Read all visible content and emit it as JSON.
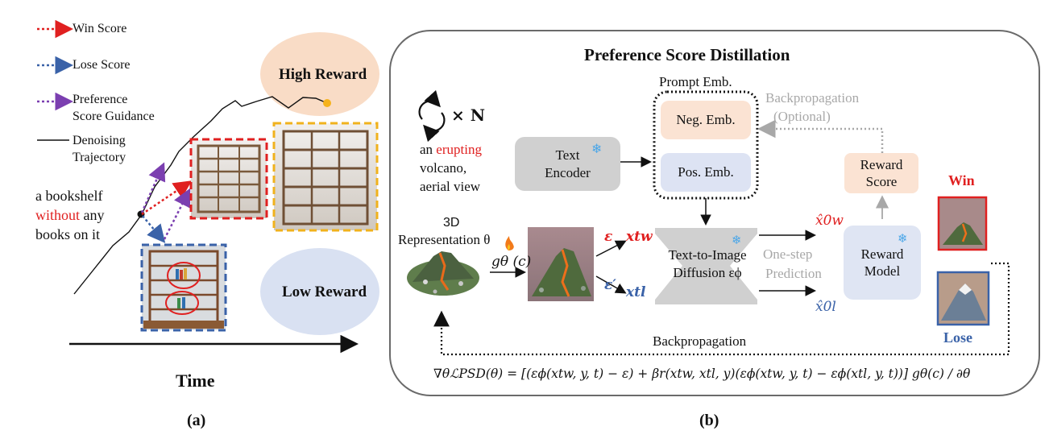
{
  "panel_a": {
    "legend": {
      "win_label": "Win Score",
      "lose_label": "Lose Score",
      "pref_label_1": "Preference",
      "pref_label_2": "Score Guidance",
      "traj_label_1": "Denoising",
      "traj_label_2": "Trajectory"
    },
    "prompt": {
      "line1": "a bookshelf",
      "word_highlight": "without",
      "line2_rest": " any",
      "line3": "books on it"
    },
    "high_reward": "High Reward",
    "low_reward": "Low Reward",
    "time_label": "Time",
    "caption": "(a)"
  },
  "panel_b": {
    "title": "Preference Score Distillation",
    "iter_symbol": "× N",
    "prompt": {
      "line1_pre": "an ",
      "line1_highlight": "erupting",
      "line2": "volcano,",
      "line3": "aerial view"
    },
    "text_encoder": "Text Encoder",
    "prompt_emb_title": "Prompt Emb.",
    "neg_emb": "Neg. Emb.",
    "pos_emb": "Pos. Emb.",
    "backprop_optional_1": "Backpropagation",
    "backprop_optional_2": "(Optional)",
    "reward_score_1": "Reward",
    "reward_score_2": "Score",
    "win_label": "Win",
    "lose_label": "Lose",
    "rep_label_1": "3D",
    "rep_label_2": "Representation θ",
    "g_theta": "gθ (c)",
    "eps_w": "ε",
    "eps_l": "ε′",
    "x_w": "xtw",
    "x_l": "xtl",
    "diffusion_1": "Text-to-Image",
    "diffusion_2": "Diffusion εϕ",
    "one_step_1": "One-step",
    "one_step_2": "Prediction",
    "x0_w": "x̂0w",
    "x0_l": "x̂0l",
    "reward_model_1": "Reward",
    "reward_model_2": "Model",
    "backprop": "Backpropagation",
    "equation": "∇θℒPSD(θ) = [(εϕ(xtw, y, t) − ε) + βr(xtw, xtl, y)(εϕ(xtw, y, t) − εϕ(xtl, y, t))] gθ(c) / ∂θ",
    "caption": "(b)"
  },
  "colors": {
    "win": "#e02020",
    "lose": "#3a62a8",
    "pref": "#7b3fb0",
    "high_reward_bg": "#f9dcc6",
    "low_reward_bg": "#d9e1f2",
    "neg_emb_bg": "#fbe3d3",
    "pos_emb_bg": "#dde3f3",
    "encoder_bg": "#d0d0d0",
    "reward_model_bg": "#dfe5f3",
    "gray_text": "#a8a8a8"
  }
}
